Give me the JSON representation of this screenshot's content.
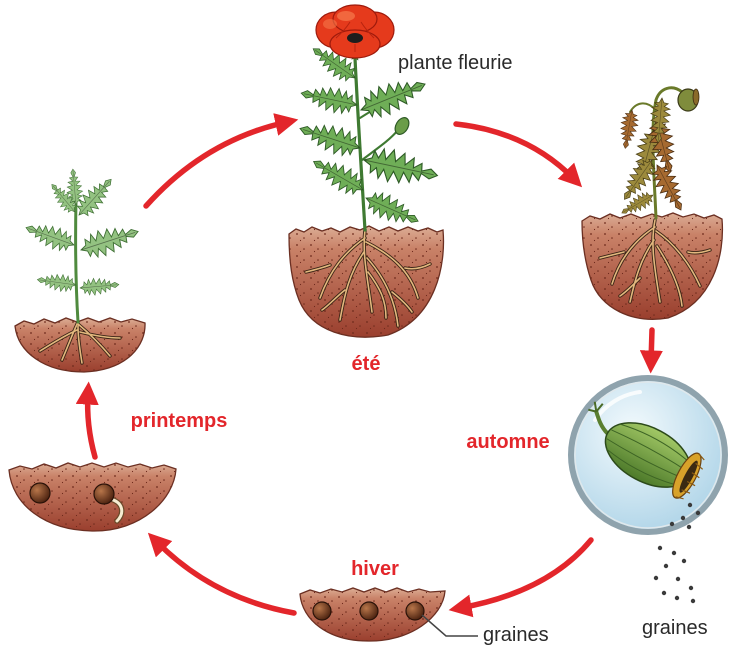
{
  "stages": {
    "summer": {
      "season": "été",
      "caption": "plante fleurie"
    },
    "spring": {
      "season": "printemps"
    },
    "autumn": {
      "season": "automne"
    },
    "winter": {
      "season": "hiver"
    }
  },
  "labels": {
    "seeds_in_soil": "graines",
    "falling_seeds": "graines"
  },
  "colors": {
    "season_label": "#e3262b",
    "arrow": "#e3262b",
    "leaf_green": "#6fae57",
    "leaf_young": "#93c281",
    "leaf_wilted": "#9c8a3c",
    "flower": "#e53a1c",
    "soil": "#a8503a",
    "magnifier_lens": "#cfe6f2"
  }
}
